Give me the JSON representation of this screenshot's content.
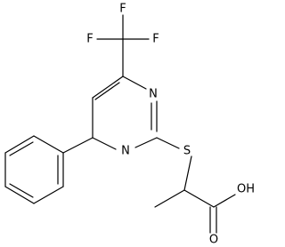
{
  "molecule": {
    "atoms": {
      "f_top": "F",
      "f_left": "F",
      "f_right": "F",
      "n_upper": "N",
      "n_lower": "N",
      "sulfur": "S",
      "hydroxyl": "OH",
      "carbonyl_o": "O"
    },
    "colors": {
      "ink": "#000000",
      "background": "#ffffff"
    }
  }
}
